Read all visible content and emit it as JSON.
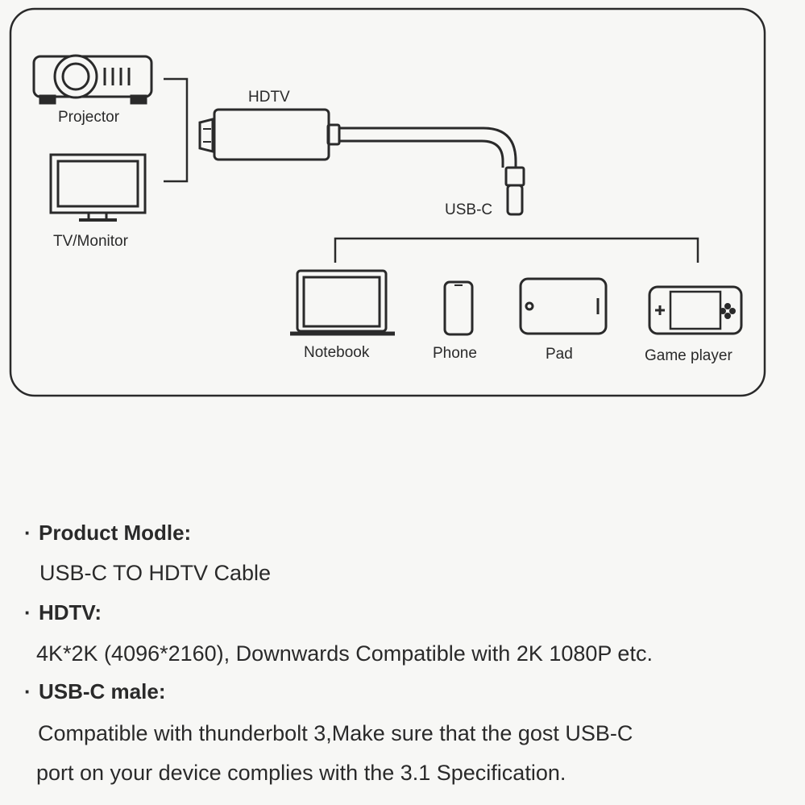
{
  "diagram": {
    "labels": {
      "projector": "Projector",
      "tv_monitor": "TV/Monitor",
      "hdtv": "HDTV",
      "usbc": "USB-C",
      "notebook": "Notebook",
      "phone": "Phone",
      "pad": "Pad",
      "game_player": "Game player"
    },
    "icons": [
      "projector-icon",
      "monitor-icon",
      "hdmi-connector-icon",
      "usb-c-connector-icon",
      "notebook-icon",
      "phone-icon",
      "tablet-icon",
      "game-console-icon"
    ]
  },
  "specs": [
    {
      "heading": "Product Modle:",
      "lines": [
        "USB-C TO HDTV Cable"
      ]
    },
    {
      "heading": "HDTV:",
      "lines": [
        "4K*2K (4096*2160), Downwards Compatible with 2K 1080P etc."
      ]
    },
    {
      "heading": "USB-C male:",
      "lines": [
        "Compatible with thunderbolt 3,Make sure that the gost USB-C",
        "port on your device complies with the 3.1 Specification."
      ]
    }
  ],
  "colors": {
    "ink": "#2a2a2a",
    "paper": "#f7f7f5"
  }
}
